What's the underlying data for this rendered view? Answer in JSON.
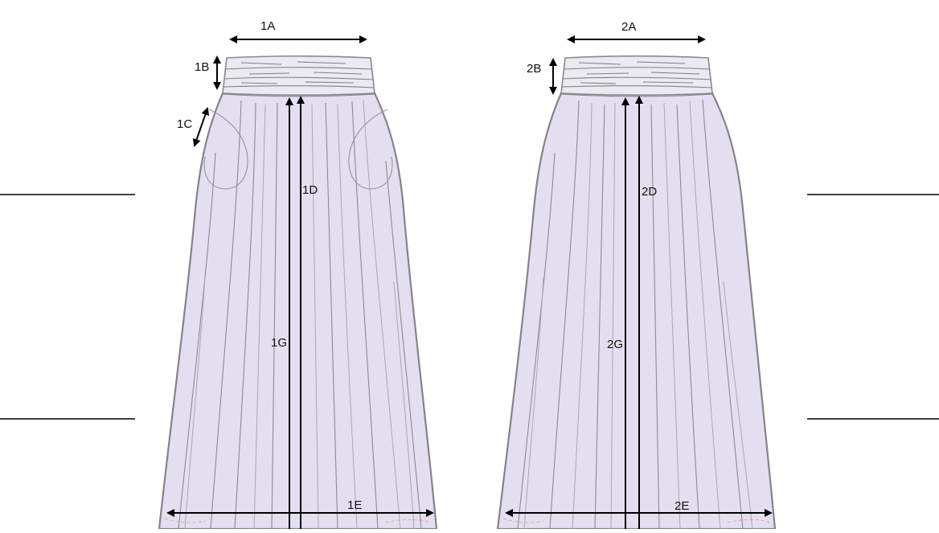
{
  "diagram": {
    "front_skirt": {
      "labels": {
        "waist_width": "1A",
        "waistband_height": "1B",
        "pocket_opening": "1C",
        "side_length": "1D",
        "hem_width": "1E",
        "center_length": "1G"
      }
    },
    "back_skirt": {
      "labels": {
        "waist_width": "2A",
        "waistband_height": "2B",
        "side_length": "2D",
        "hem_width": "2E",
        "center_length": "2G"
      }
    },
    "colors": {
      "fabric": "#e4dff0",
      "waistband": "#eceaf1",
      "outline": "#85838a",
      "measurement_arrows": "#000000",
      "hem_stitching": "#e9a6a6"
    }
  }
}
